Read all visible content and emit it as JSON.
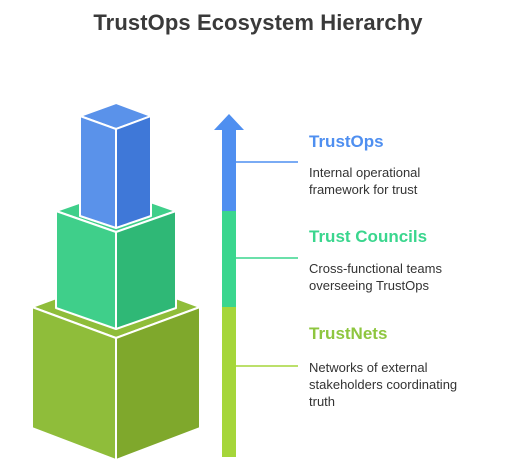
{
  "title": "TrustOps Ecosystem Hierarchy",
  "tiers": [
    {
      "name": "TrustOps",
      "description_line1": "Internal operational",
      "description_line2": "framework for trust",
      "description_line3": "",
      "color": "#4f8ff0"
    },
    {
      "name": "Trust Councils",
      "description_line1": "Cross-functional teams",
      "description_line2": "overseeing TrustOps",
      "description_line3": "",
      "color": "#3ad68e"
    },
    {
      "name": "TrustNets",
      "description_line1": "Networks of external",
      "description_line2": "stakeholders coordinating",
      "description_line3": "truth",
      "color": "#8ec63f"
    }
  ],
  "colors": {
    "blue": "#4f8ff0",
    "green": "#3ad68e",
    "lime": "#8ec63f",
    "title": "#3a3a3a"
  }
}
